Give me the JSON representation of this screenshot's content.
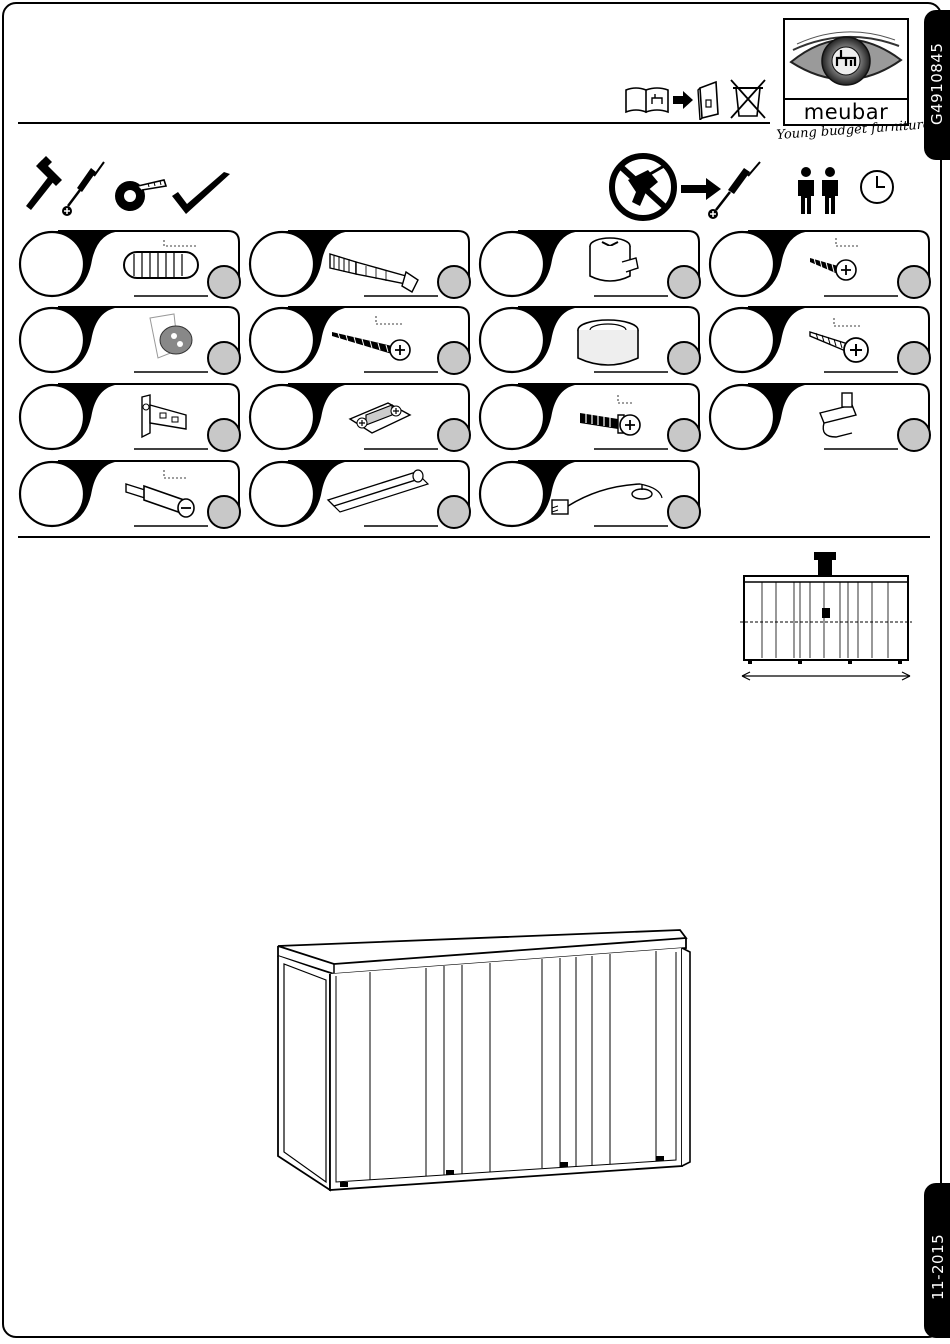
{
  "header": {
    "document_code": "G4910845",
    "brand_name": "meubar",
    "slogan": "Young budget furniture"
  },
  "footer": {
    "date": "11-2015"
  },
  "icons": {
    "manual_flow": [
      "open-manual-icon",
      "arrow-right-icon",
      "binder-icon",
      "no-disposal-icon"
    ],
    "tools": [
      "hammer-icon",
      "phillips-screwdriver-icon",
      "tape-measure-icon",
      "set-square-icon"
    ],
    "no_power_tools": "no-power-drill-icon",
    "use_screwdriver": "screwdriver-icon",
    "people": "two-persons-icon",
    "time": "clock-icon"
  },
  "parts": [
    {
      "id": "wooden-dowel"
    },
    {
      "id": "cam-bolt"
    },
    {
      "id": "cam-lock"
    },
    {
      "id": "short-screw"
    },
    {
      "id": "glide-pad"
    },
    {
      "id": "long-screw"
    },
    {
      "id": "plastic-foot"
    },
    {
      "id": "wood-screw"
    },
    {
      "id": "hinge"
    },
    {
      "id": "mounting-plate"
    },
    {
      "id": "euro-screw"
    },
    {
      "id": "shelf-support"
    },
    {
      "id": "connector-bolt"
    },
    {
      "id": "led-light-bar"
    },
    {
      "id": "power-adapter"
    }
  ],
  "colors": {
    "ink": "#000000",
    "badge_gray": "#c8c8c8",
    "paper": "#ffffff"
  }
}
